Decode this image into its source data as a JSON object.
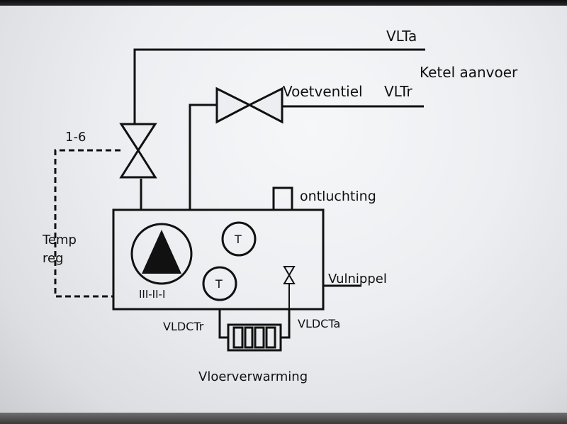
{
  "labels": {
    "vlta": "VLTa",
    "ketel_aanvoer": "Ketel aanvoer",
    "voetventiel": "Voetventiel",
    "vltr": "VLTr",
    "one_six": "1-6",
    "ontluchting": "ontluchting",
    "temp": "Temp",
    "reg": "reg",
    "pump_speeds": "III-II-I",
    "sensor_t1": "T",
    "sensor_t2": "T",
    "vulnippel": "Vulnippel",
    "vldctr": "VLDCTr",
    "vldcta": "VLDCTa",
    "vloerverwarming": "Vloerverwarming"
  },
  "colors": {
    "line": "#111111",
    "background": "#eceef1"
  }
}
